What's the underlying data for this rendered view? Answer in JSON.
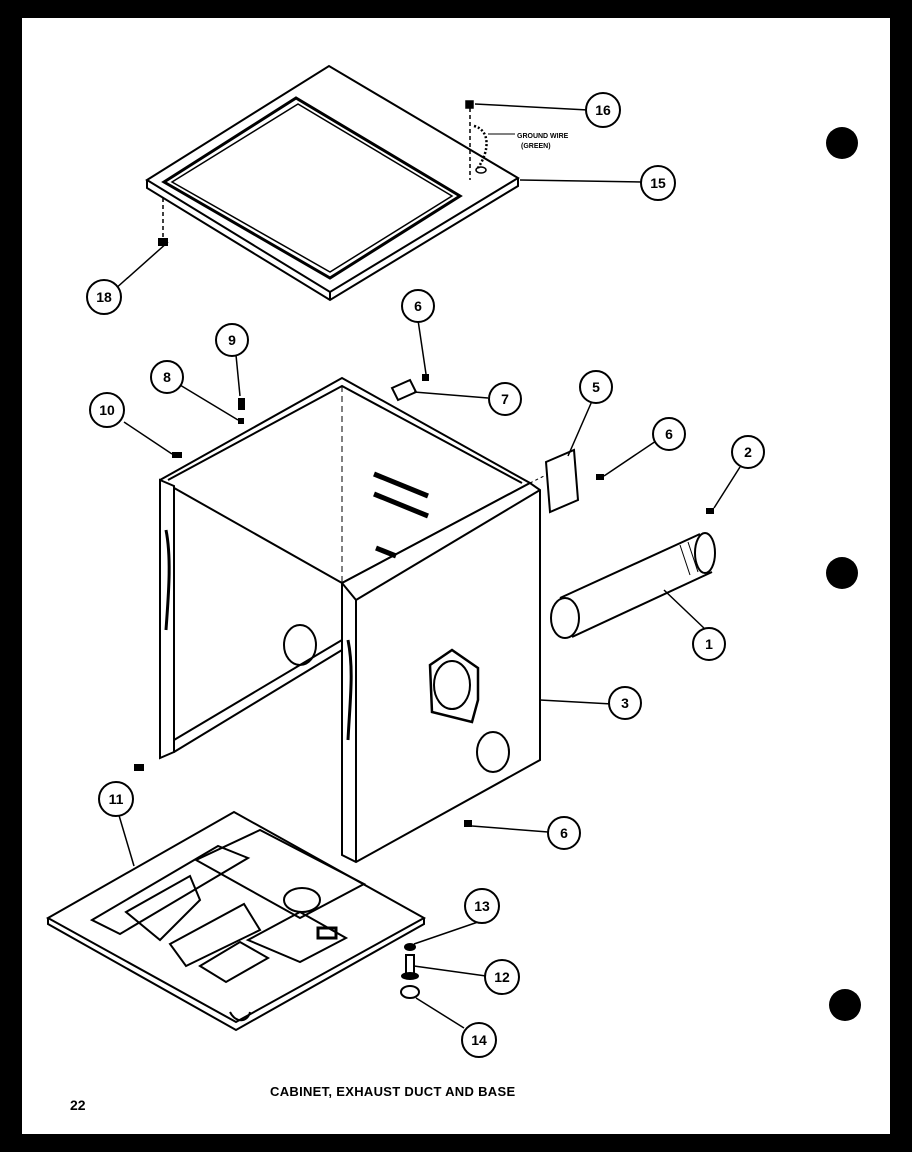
{
  "caption": "CABINET, EXHAUST DUCT AND BASE",
  "page_number": "22",
  "ground_wire_label": {
    "line1": "GROUND WIRE",
    "line2": "(GREEN)"
  },
  "callouts": [
    {
      "id": "1"
    },
    {
      "id": "2"
    },
    {
      "id": "3"
    },
    {
      "id": "5"
    },
    {
      "id": "6"
    },
    {
      "id": "6"
    },
    {
      "id": "6"
    },
    {
      "id": "7"
    },
    {
      "id": "8"
    },
    {
      "id": "9"
    },
    {
      "id": "10"
    },
    {
      "id": "11"
    },
    {
      "id": "12"
    },
    {
      "id": "13"
    },
    {
      "id": "14"
    },
    {
      "id": "15"
    },
    {
      "id": "16"
    },
    {
      "id": "18"
    }
  ]
}
